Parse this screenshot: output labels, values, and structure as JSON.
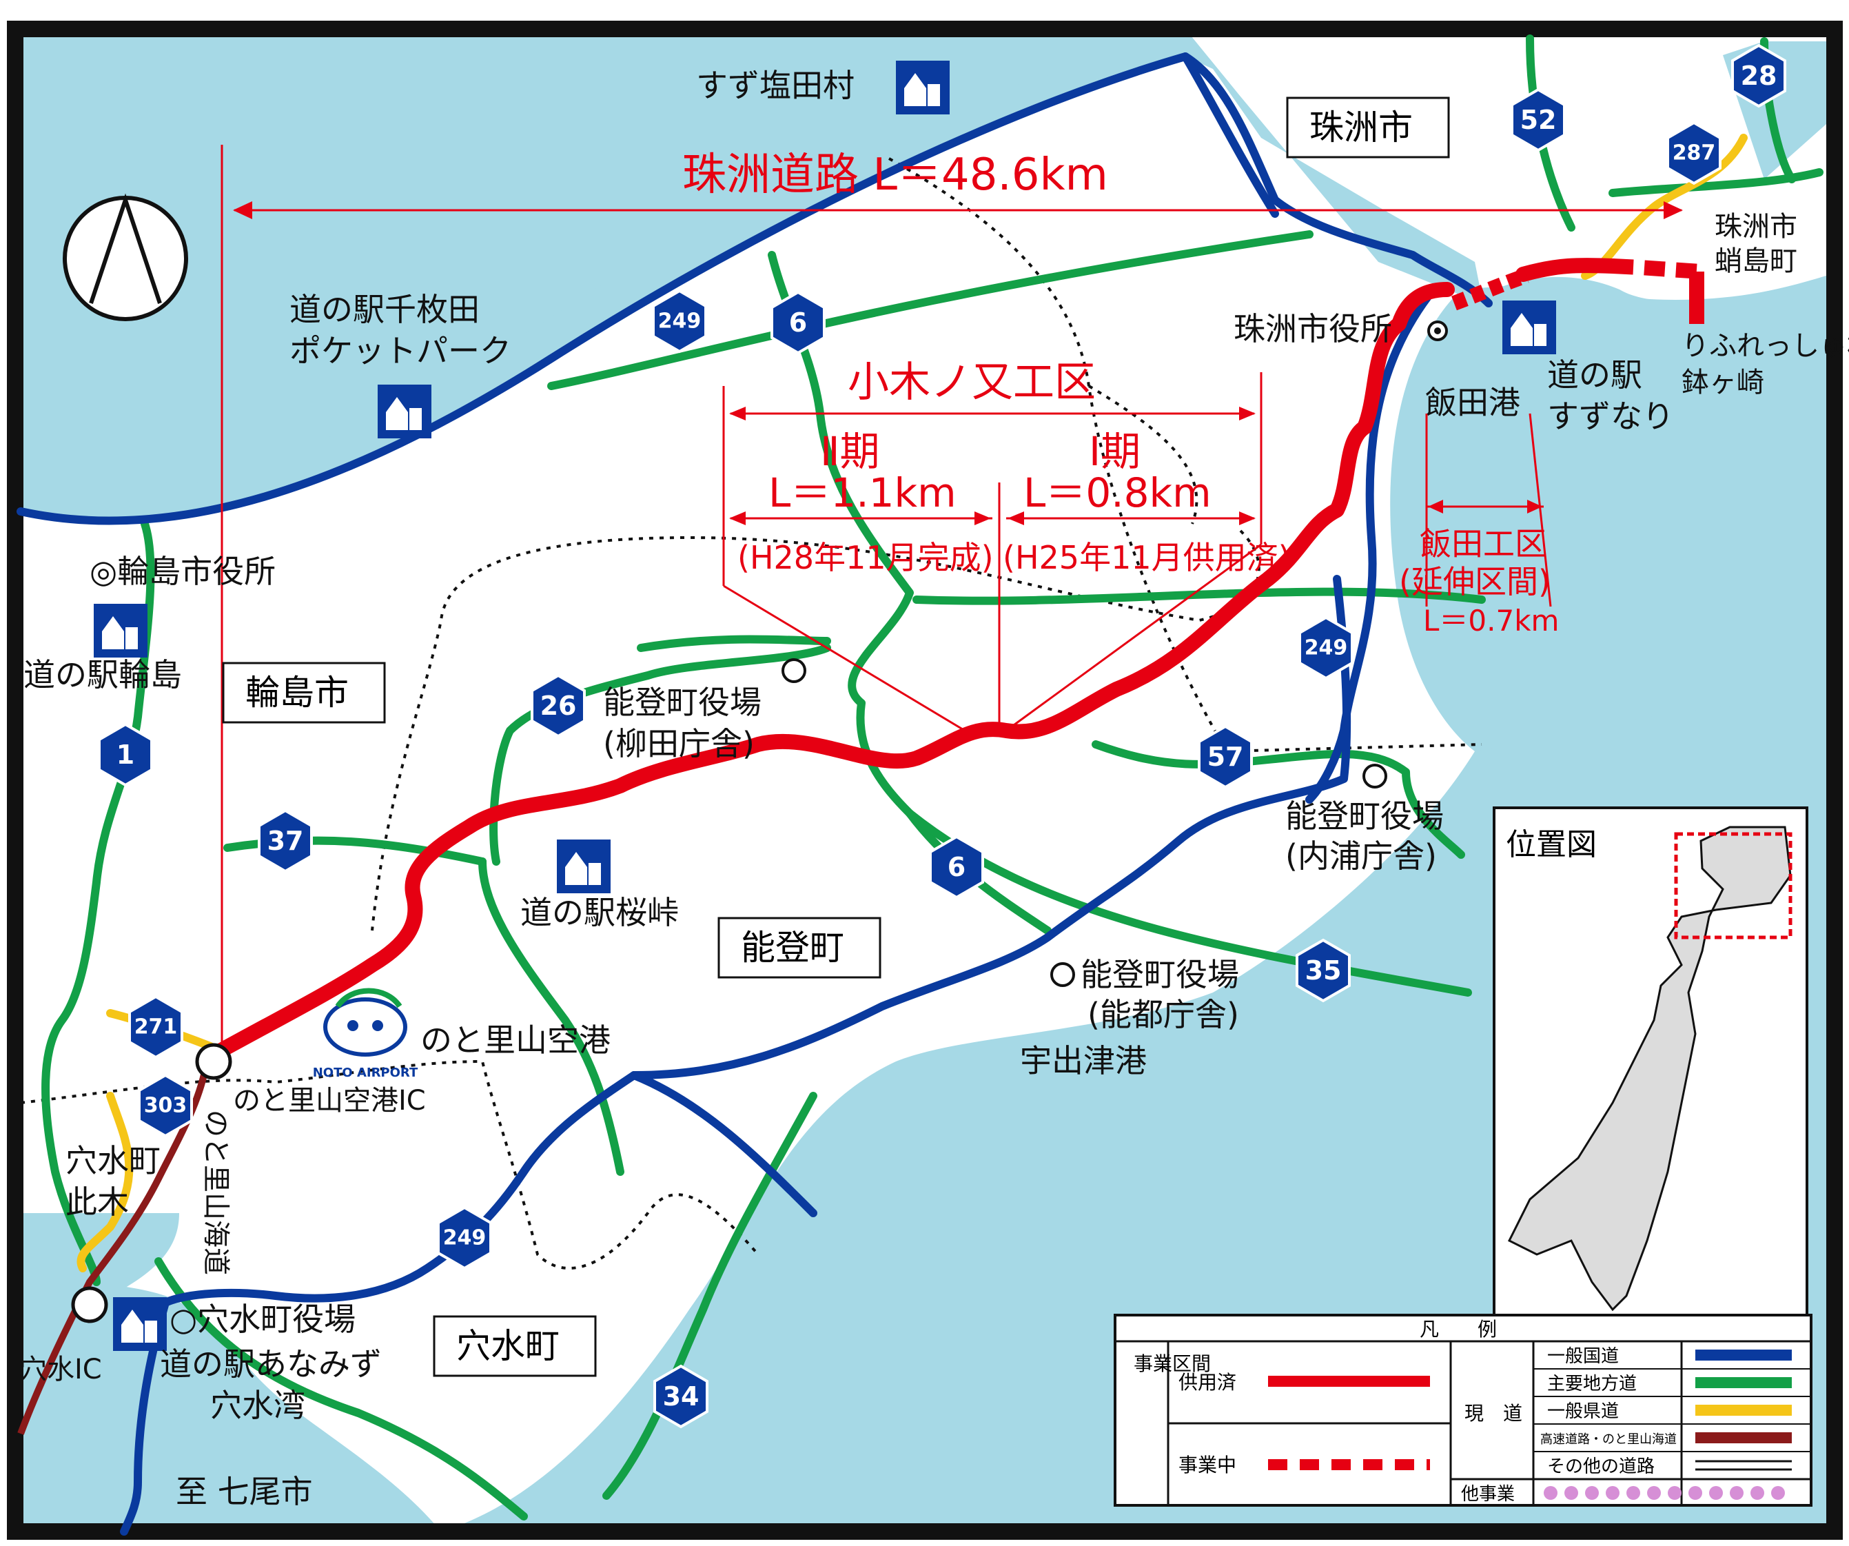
{
  "title": "珠洲道路 L＝48.6km",
  "section": {
    "name": "小木ノ又工区",
    "phase2": {
      "name": "Ⅱ期",
      "length": "L＝1.1km",
      "status": "(H28年11月完成)"
    },
    "phase1": {
      "name": "Ⅰ期",
      "length": "L＝0.8km",
      "status": "(H25年11月供用済)"
    },
    "iida": {
      "name": "飯田工区",
      "sub": "(延伸区間)",
      "length": "L＝0.7km"
    }
  },
  "places": {
    "suzu_city": "珠洲市",
    "wajima_city": "輪島市",
    "noto_town": "能登町",
    "anamizu_town": "穴水町",
    "suzu_shiotamura": "すず塩田村",
    "senmaida_1": "道の駅千枚田",
    "senmaida_2": "ポケットパーク",
    "suzu_office": "珠洲市役所",
    "iida_port": "飯田港",
    "suzunari_1": "道の駅",
    "suzunari_2": "すずなり",
    "takojima_1": "珠洲市",
    "takojima_2": "蛸島町",
    "hachigasaki_1": "りふれっしゅ村",
    "hachigasaki_2": "鉢ヶ崎",
    "wajima_office": "◎輪島市役所",
    "wajima_station": "道の駅輪島",
    "noto_yanagida_1": "能登町役場",
    "noto_yanagida_2": "(柳田庁舎)",
    "noto_uchiura_1": "能登町役場",
    "noto_uchiura_2": "(内浦庁舎)",
    "noto_notsu_1": "能登町役場",
    "noto_notsu_2": "(能都庁舎)",
    "ushitsu_port": "宇出津港",
    "sakuratoge": "道の駅桜峠",
    "airport": "のと里山空港",
    "airport_ic": "のと里山空港IC",
    "airport_logo": "NOTO AIRPORT",
    "konogi_1": "穴水町",
    "konogi_2": "此木",
    "satoyama_road": "のと里山海道",
    "anamizu_ic": "穴水IC",
    "anamizu_office": "○穴水町役場",
    "anamizu_station_1": "道の駅あなみず",
    "anamizu_station_2": "穴水湾",
    "nanao": "至 七尾市"
  },
  "routes": {
    "r249a": "249",
    "r249b": "249",
    "r249c": "249",
    "r6a": "6",
    "r6b": "6",
    "r1": "1",
    "r26": "26",
    "r37": "37",
    "r57": "57",
    "r35": "35",
    "r34": "34",
    "r52": "52",
    "r28": "28",
    "r287": "287",
    "r271": "271",
    "r303": "303"
  },
  "inset": {
    "title": "位置図"
  },
  "legend": {
    "title": "凡　　例",
    "project_label": "事業区間",
    "in_service": "供用済",
    "in_progress": "事業中",
    "current_label": "現　道",
    "national": "一般国道",
    "major": "主要地方道",
    "prefectural": "一般県道",
    "expressway": "高速道路・のと里山海道",
    "other": "その他の道路",
    "other_project": "他事業",
    "colors": {
      "red": "#e60012",
      "national": "#0a3a9e",
      "major": "#13a047",
      "prefectural": "#f5c518",
      "expressway": "#8b1a1a",
      "other_project": "#d68fd6",
      "sea": "#a6d9e6"
    }
  }
}
